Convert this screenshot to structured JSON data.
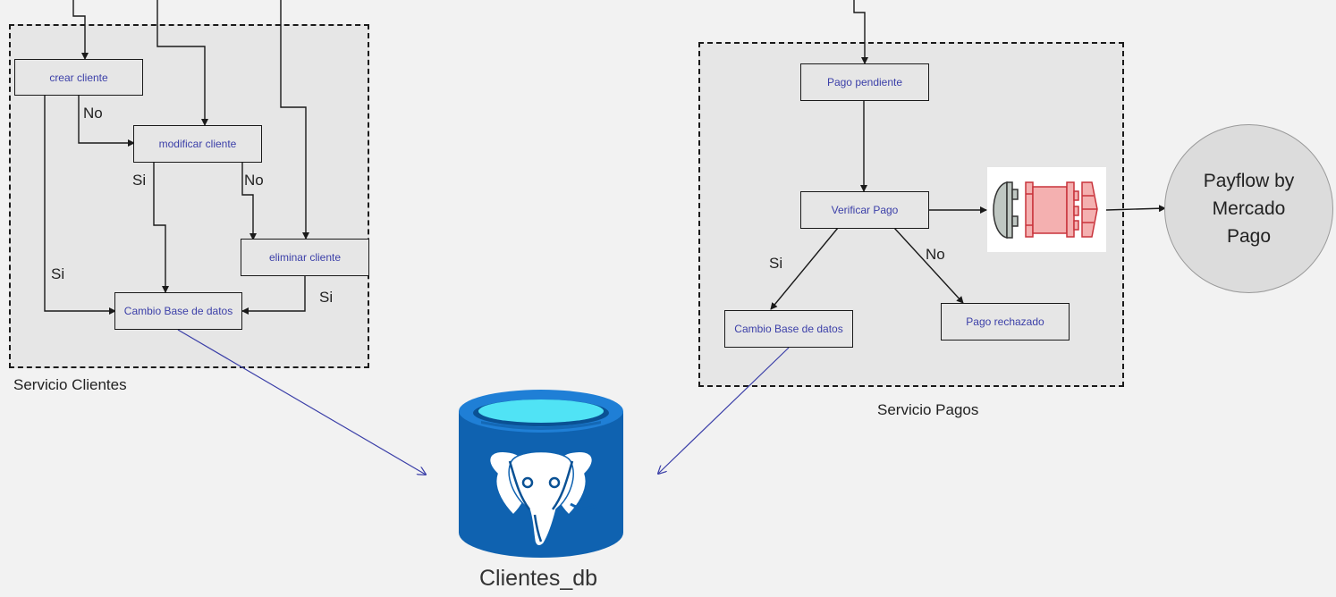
{
  "servicio_clientes": {
    "caption": "Servicio Clientes",
    "nodes": {
      "crear": "crear cliente",
      "modificar": "modificar cliente",
      "eliminar": "eliminar cliente",
      "cambio_db": "Cambio Base de datos"
    },
    "edge_labels": {
      "crear_no": "No",
      "modificar_si": "Si",
      "modificar_no": "No",
      "crear_si": "Si",
      "eliminar_si": "Si"
    }
  },
  "servicio_pagos": {
    "caption": "Servicio Pagos",
    "nodes": {
      "pendiente": "Pago pendiente",
      "verificar": "Verificar Pago",
      "cambio_db": "Cambio Base de datos",
      "rechazado": "Pago rechazado"
    },
    "edge_labels": {
      "si": "Si",
      "no": "No"
    }
  },
  "gateway_icon": "api-gateway-icon",
  "external_service": {
    "line1": "Payflow by",
    "line2": "Mercado",
    "line3": "Pago"
  },
  "database": {
    "name": "Clientes_db",
    "icon": "postgresql-database-icon"
  },
  "colors": {
    "node_text": "#3b3fa8",
    "db_link": "#3b3fa8",
    "db_blue": "#0f62b0",
    "db_top": "#50e3f5",
    "gateway_red": "#f4b0b0"
  }
}
